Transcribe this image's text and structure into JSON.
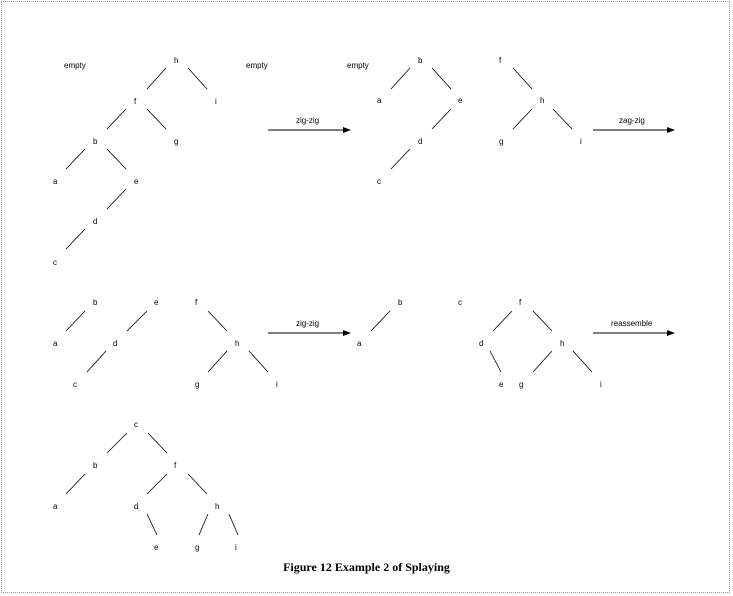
{
  "caption": "Figure 12  Example 2 of Splaying",
  "colors": {
    "stroke": "#000000",
    "border": "#9a9a9a"
  },
  "diagram": {
    "labels": {
      "empty": "empty",
      "zig_zig": "zig-zig",
      "zag_zig": "zag-zig",
      "reassemble": "reassemble"
    },
    "nodes": [
      "a",
      "b",
      "c",
      "d",
      "e",
      "f",
      "g",
      "h",
      "i"
    ]
  }
}
